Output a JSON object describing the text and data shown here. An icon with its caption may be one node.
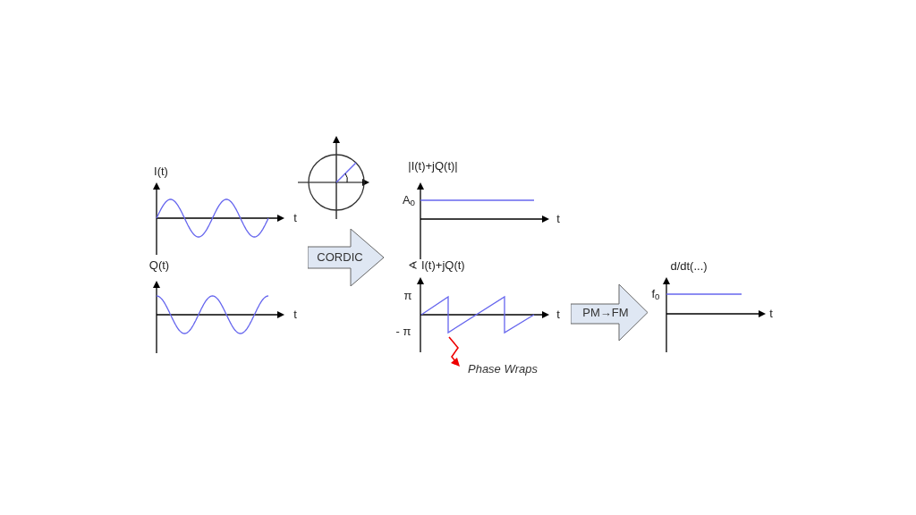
{
  "diagram": {
    "nodes": [
      {
        "text": [
          "CORDIC"
        ]
      },
      {
        "text": [
          "PM→FM"
        ]
      }
    ],
    "edges": [],
    "labels": [
      "I(t)",
      "t",
      "Q(t)",
      "t",
      "|I(t)+jQ(t)|",
      "A$_{0}$",
      "t",
      "∢ I(t)+jQ(t)",
      "π",
      "t",
      "- π",
      "Phase Wraps",
      "d/dt(...)",
      "f$_{0}$",
      "t"
    ]
  }
}
